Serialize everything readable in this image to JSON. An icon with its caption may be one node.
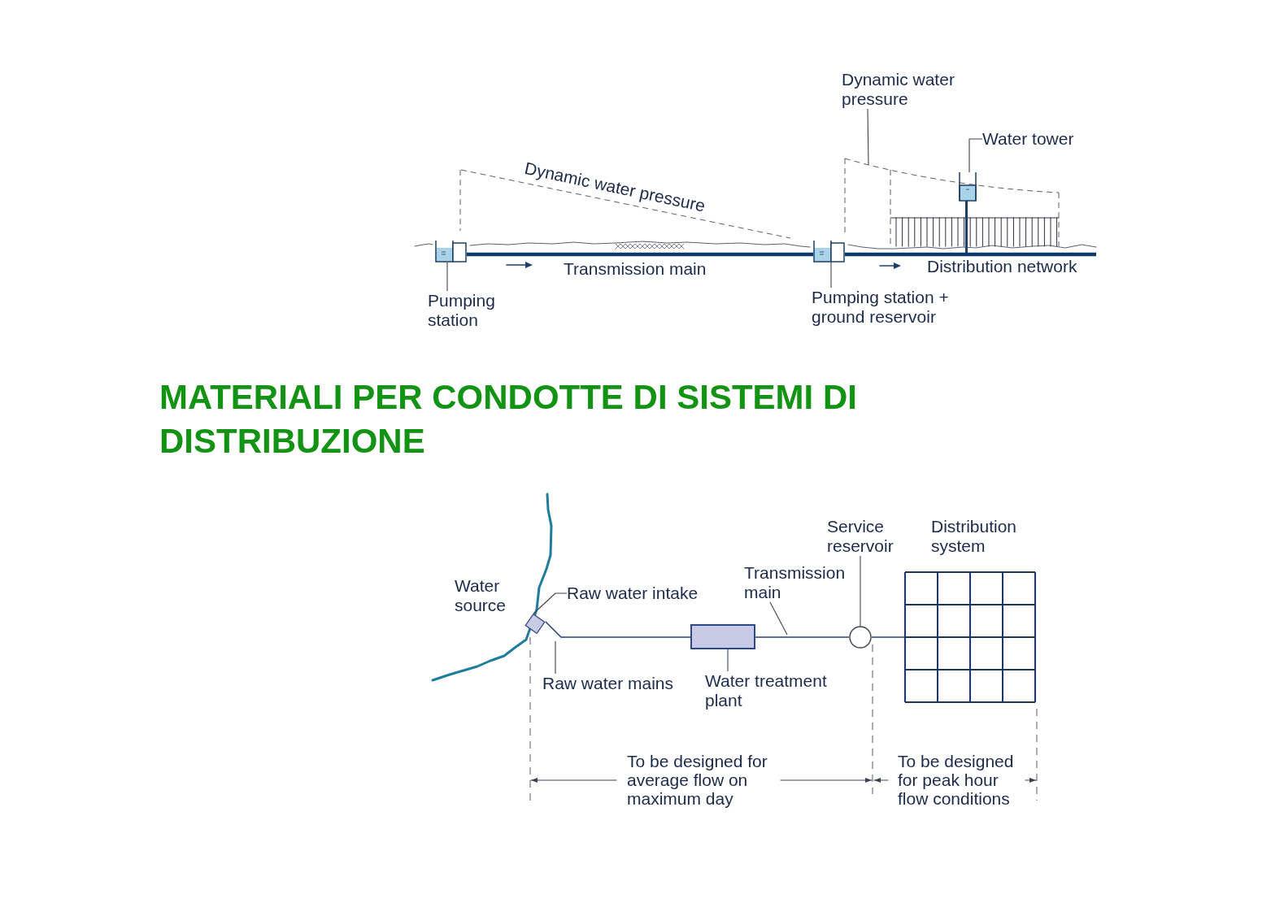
{
  "diagram": {
    "title": "MATERIALI PER CONDOTTE DI SISTEMI DI DISTRIBUZIONE",
    "nodes": [
      {
        "text": [
          "Dynamic water pressure"
        ]
      },
      {
        "text": [
          "Water tower"
        ]
      },
      {
        "text": [],
        "shape": "picture"
      },
      {
        "text": [],
        "shape": "picture"
      },
      {
        "text": [],
        "shape": "picture"
      },
      {
        "text": [
          "Pumping station"
        ]
      },
      {
        "text": [
          "Pumping station + ground reservoir"
        ]
      },
      {
        "text": [
          "Service reservoir"
        ]
      },
      {
        "text": [],
        "shape": "grid",
        "beside": [
          "Distribution system"
        ]
      },
      {
        "text": [
          "Transmission main"
        ]
      },
      {
        "text": [
          "Raw water intake"
        ]
      },
      {
        "text": [],
        "shape": "box"
      },
      {
        "text": [],
        "shape": "circle"
      },
      {
        "text": [],
        "shape": "box"
      },
      {
        "text": [
          "Raw water mains"
        ]
      },
      {
        "text": [
          "Water treatment plant"
        ]
      }
    ],
    "edges": [
      {
        "from": 0,
        "to": null,
        "arrow": "none"
      },
      {
        "from": 1,
        "to": 2,
        "arrow": "none"
      },
      {
        "from": 5,
        "to": 3,
        "arrow": "none"
      },
      {
        "from": 6,
        "to": 4,
        "arrow": "none"
      },
      {
        "from": 3,
        "to": 4,
        "arrow": "none",
        "style": "thick",
        "color": "#0e3a66"
      },
      {
        "from": 4,
        "to": null,
        "arrow": "none",
        "style": "thick",
        "color": "#0e3a66"
      },
      {
        "from": 9,
        "to": null,
        "arrow": "none"
      },
      {
        "from": 7,
        "to": 12,
        "arrow": "none"
      },
      {
        "from": 10,
        "to": 11,
        "arrow": "none"
      },
      {
        "from": 11,
        "to": 13,
        "arrow": "none",
        "color": "#24417a"
      },
      {
        "from": 13,
        "to": 12,
        "arrow": "none",
        "color": "#24417a"
      },
      {
        "from": 12,
        "to": 8,
        "arrow": "none",
        "color": "#24417a"
      },
      {
        "from": 14,
        "to": null,
        "arrow": "none"
      },
      {
        "from": 15,
        "to": 13,
        "arrow": "none"
      }
    ],
    "labels": [
      "Dynamic water pressure",
      "Transmission main",
      "Distribution network",
      "Water source",
      "To be designed for average flow on maximum day",
      "To be designed for peak hour flow conditions"
    ]
  }
}
